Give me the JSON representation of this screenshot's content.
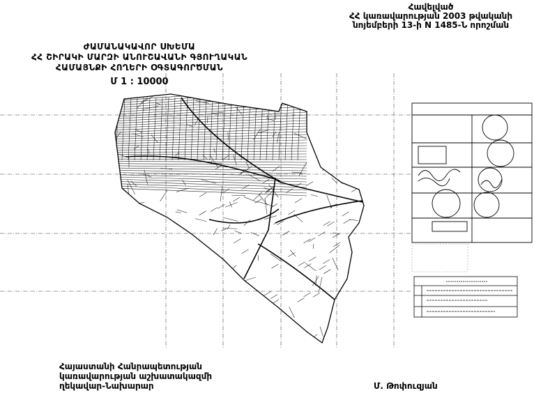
{
  "approval": {
    "line1": "Հավելված",
    "line2": "ՀՀ կառավարության 2003 թվականի",
    "line3": "նոյեմբերի 13-ի N 1485-Ն որոշման"
  },
  "title": {
    "line1": "ԺԱՄԱՆԱԿԱՎՈՐ ՍԽԵՄԱ",
    "line2": "ՀՀ ՇԻՐԱԿԻ ՄԱՐԶԻ ԱՆՈՒՇԱՎԱՆԻ ԳՅՈՒՂԱԿԱՆ",
    "line3": "ՀԱՄԱՅՆՔԻ ՀՈՂԵՐԻ ՕԳՏԱԳՈՐԾՄԱՆ"
  },
  "scale": "Մ 1 : 10000",
  "signature": {
    "line1": "Հայաստանի Հանրապետության",
    "line2": "կառավարության աշխատակազմի",
    "line3": "ղեկավար-Նախարար",
    "name": "Մ. Թոփուզյան"
  }
}
